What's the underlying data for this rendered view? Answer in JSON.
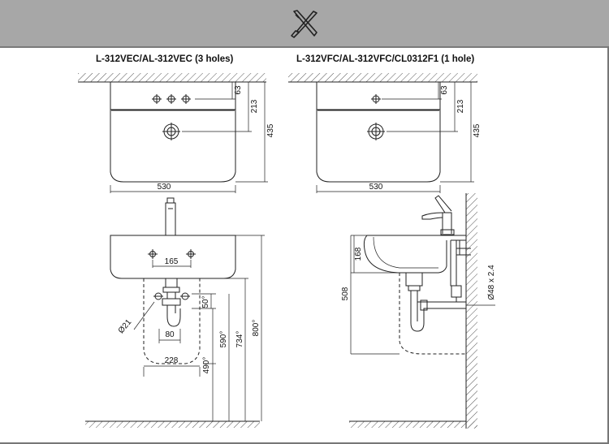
{
  "header": {
    "icon": "wrench-screwdriver-icon"
  },
  "left_model": {
    "title": "L-312VEC/AL-312VEC (3 holes)",
    "dims": {
      "tap_hole_offset": "63",
      "waste_hole_depth": "213",
      "basin_depth": "435",
      "basin_width": "530",
      "tap_spacing": "165",
      "waste_diameter": "Ø21",
      "trap_height": "50°",
      "trap_width": "80",
      "pedestal_width": "228",
      "pedestal_height": "490°",
      "inlet_height": "590°",
      "outlet_height": "734°",
      "rim_height": "800°"
    }
  },
  "right_model": {
    "title": "L-312VFC/AL-312VFC/CL0312F1 (1 hole)",
    "dims": {
      "tap_hole_offset": "63",
      "waste_hole_depth": "213",
      "basin_depth": "435",
      "basin_width": "530",
      "bowl_height": "168",
      "total_height": "508",
      "wall_pipe": "Ø48 x 2.4"
    }
  }
}
